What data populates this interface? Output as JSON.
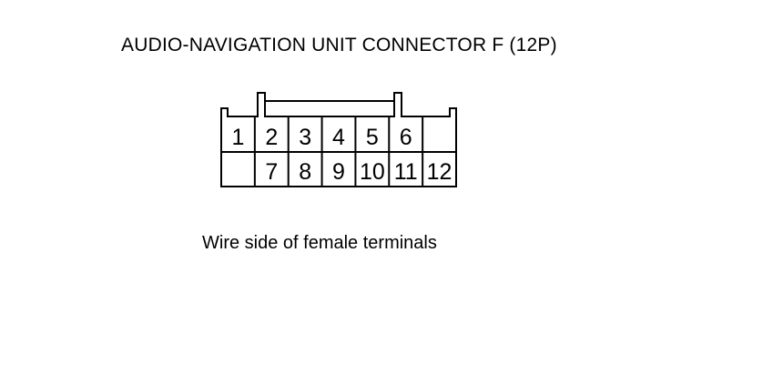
{
  "title": "AUDIO-NAVIGATION UNIT CONNECTOR F (12P)",
  "caption": "Wire side of female terminals",
  "connector": {
    "pin_count": 12,
    "rows": [
      [
        "1",
        "2",
        "3",
        "4",
        "5",
        "6",
        ""
      ],
      [
        "",
        "7",
        "8",
        "9",
        "10",
        "11",
        "12"
      ]
    ]
  }
}
